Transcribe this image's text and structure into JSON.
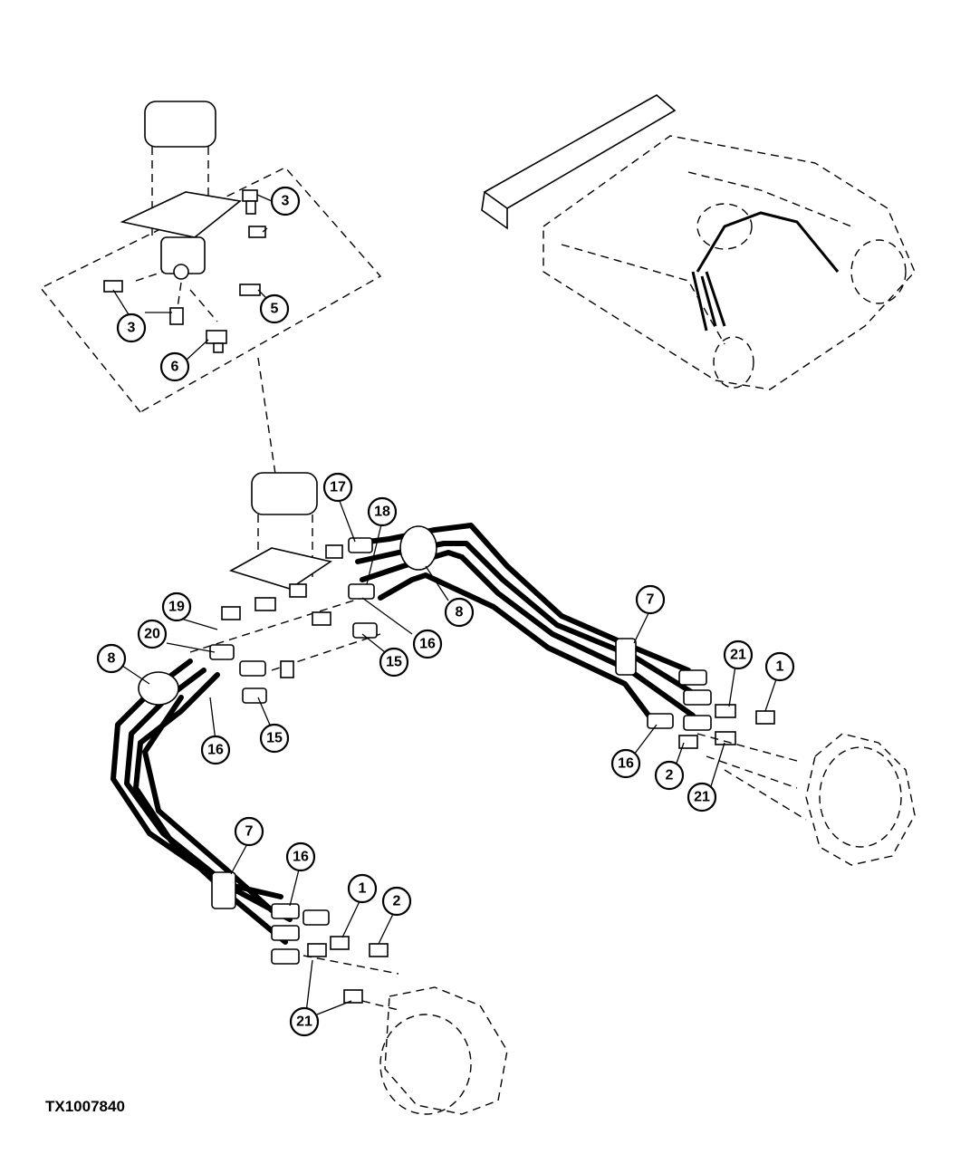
{
  "figure_id": "TX1007840",
  "callouts": [
    "3",
    "3",
    "5",
    "6",
    "17",
    "18",
    "19",
    "20",
    "8",
    "8",
    "16",
    "15",
    "16",
    "15",
    "7",
    "21",
    "1",
    "16",
    "2",
    "21",
    "7",
    "16",
    "1",
    "2",
    "21"
  ]
}
